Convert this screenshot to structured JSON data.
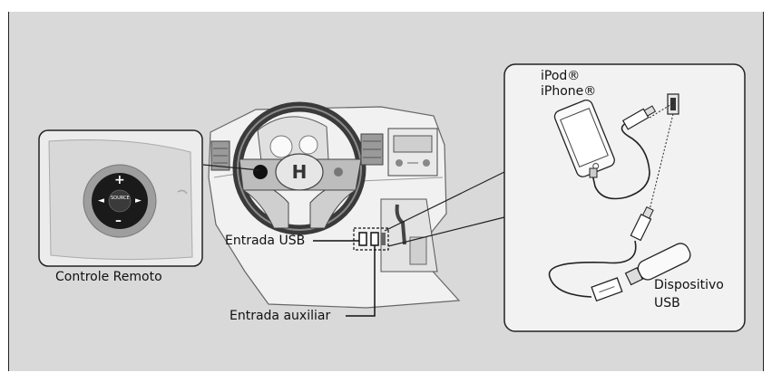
{
  "labels": {
    "remote": "Controle Remoto",
    "usb_input": "Entrada USB",
    "aux_input": "Entrada auxiliar",
    "ipod": "iPod®",
    "iphone": "iPhone®",
    "usb_device_line1": "Dispositivo",
    "usb_device_line2": "USB"
  },
  "button_text": {
    "plus": "+",
    "minus": "–",
    "left": "◄",
    "right": "►",
    "source": "SOURCE"
  },
  "colors": {
    "background": "#d9d9d9",
    "panel": "#f2f2f2",
    "outline": "#222222"
  }
}
